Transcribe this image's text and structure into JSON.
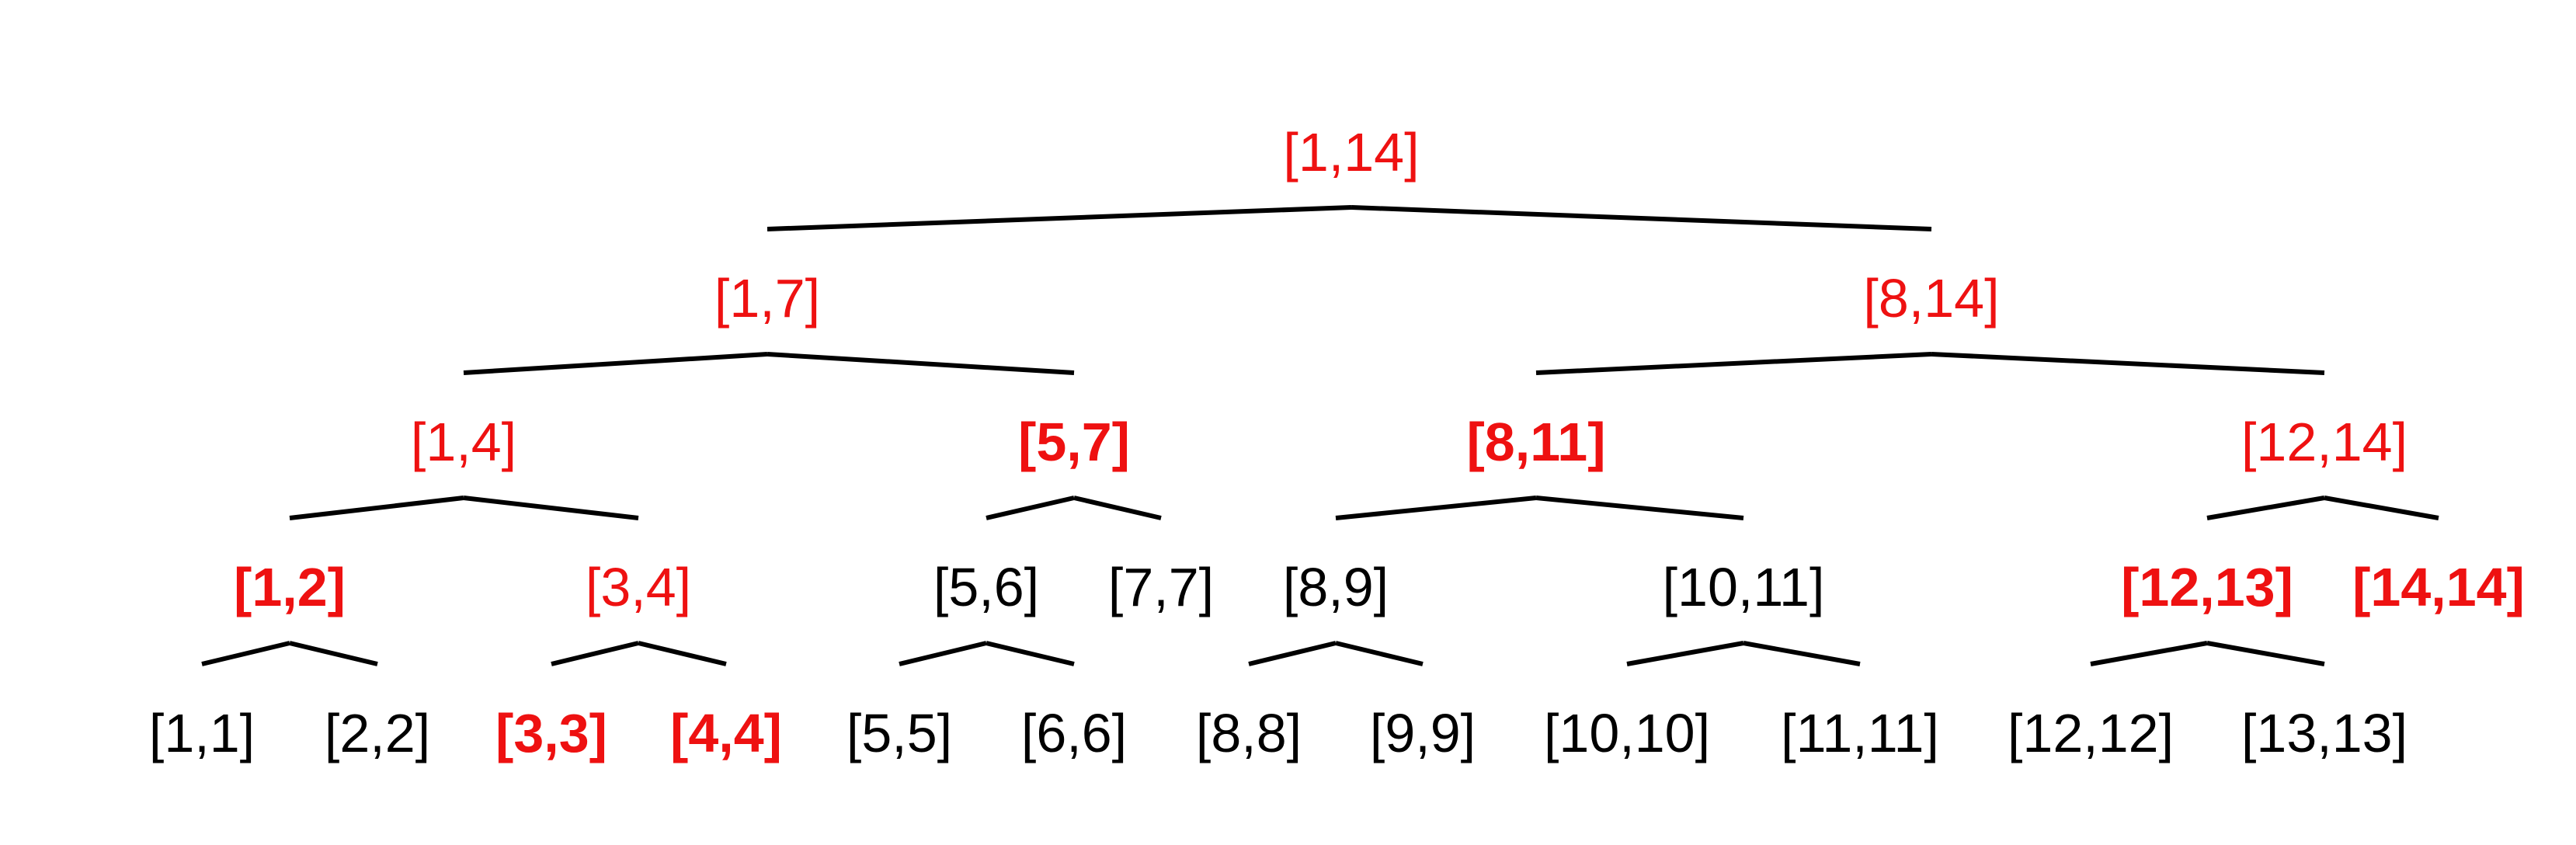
{
  "colors": {
    "normal": "#000000",
    "highlight": "#ee1111",
    "edge": "#000000"
  },
  "tree": {
    "nodes": [
      {
        "id": "1-14",
        "label": "[1,14]",
        "style": "highlight"
      },
      {
        "id": "1-7",
        "label": "[1,7]",
        "style": "highlight"
      },
      {
        "id": "8-14",
        "label": "[8,14]",
        "style": "highlight"
      },
      {
        "id": "1-4",
        "label": "[1,4]",
        "style": "highlight"
      },
      {
        "id": "5-7",
        "label": "[5,7]",
        "style": "highlight-bold"
      },
      {
        "id": "8-11",
        "label": "[8,11]",
        "style": "highlight-bold"
      },
      {
        "id": "12-14",
        "label": "[12,14]",
        "style": "highlight"
      },
      {
        "id": "1-2",
        "label": "[1,2]",
        "style": "highlight-bold"
      },
      {
        "id": "3-4",
        "label": "[3,4]",
        "style": "highlight"
      },
      {
        "id": "5-6",
        "label": "[5,6]",
        "style": "normal"
      },
      {
        "id": "7-7",
        "label": "[7,7]",
        "style": "normal"
      },
      {
        "id": "8-9",
        "label": "[8,9]",
        "style": "normal"
      },
      {
        "id": "10-11",
        "label": "[10,11]",
        "style": "normal"
      },
      {
        "id": "12-13",
        "label": "[12,13]",
        "style": "highlight-bold"
      },
      {
        "id": "14-14",
        "label": "[14,14]",
        "style": "highlight-bold"
      },
      {
        "id": "1-1",
        "label": "[1,1]",
        "style": "normal"
      },
      {
        "id": "2-2",
        "label": "[2,2]",
        "style": "normal"
      },
      {
        "id": "3-3",
        "label": "[3,3]",
        "style": "highlight-bold"
      },
      {
        "id": "4-4",
        "label": "[4,4]",
        "style": "highlight-bold"
      },
      {
        "id": "5-5",
        "label": "[5,5]",
        "style": "normal"
      },
      {
        "id": "6-6",
        "label": "[6,6]",
        "style": "normal"
      },
      {
        "id": "8-8",
        "label": "[8,8]",
        "style": "normal"
      },
      {
        "id": "9-9",
        "label": "[9,9]",
        "style": "normal"
      },
      {
        "id": "10-10",
        "label": "[10,10]",
        "style": "normal"
      },
      {
        "id": "11-11",
        "label": "[11,11]",
        "style": "normal"
      },
      {
        "id": "12-12",
        "label": "[12,12]",
        "style": "normal"
      },
      {
        "id": "13-13",
        "label": "[13,13]",
        "style": "normal"
      }
    ],
    "edges": [
      [
        "1-14",
        "1-7"
      ],
      [
        "1-14",
        "8-14"
      ],
      [
        "1-7",
        "1-4"
      ],
      [
        "1-7",
        "5-7"
      ],
      [
        "8-14",
        "8-11"
      ],
      [
        "8-14",
        "12-14"
      ],
      [
        "1-4",
        "1-2"
      ],
      [
        "1-4",
        "3-4"
      ],
      [
        "5-7",
        "5-6"
      ],
      [
        "5-7",
        "7-7"
      ],
      [
        "8-11",
        "8-9"
      ],
      [
        "8-11",
        "10-11"
      ],
      [
        "12-14",
        "12-13"
      ],
      [
        "12-14",
        "14-14"
      ],
      [
        "1-2",
        "1-1"
      ],
      [
        "1-2",
        "2-2"
      ],
      [
        "3-4",
        "3-3"
      ],
      [
        "3-4",
        "4-4"
      ],
      [
        "5-6",
        "5-5"
      ],
      [
        "5-6",
        "6-6"
      ],
      [
        "8-9",
        "8-8"
      ],
      [
        "8-9",
        "9-9"
      ],
      [
        "10-11",
        "10-10"
      ],
      [
        "10-11",
        "11-11"
      ],
      [
        "12-13",
        "12-12"
      ],
      [
        "12-13",
        "13-13"
      ]
    ]
  }
}
